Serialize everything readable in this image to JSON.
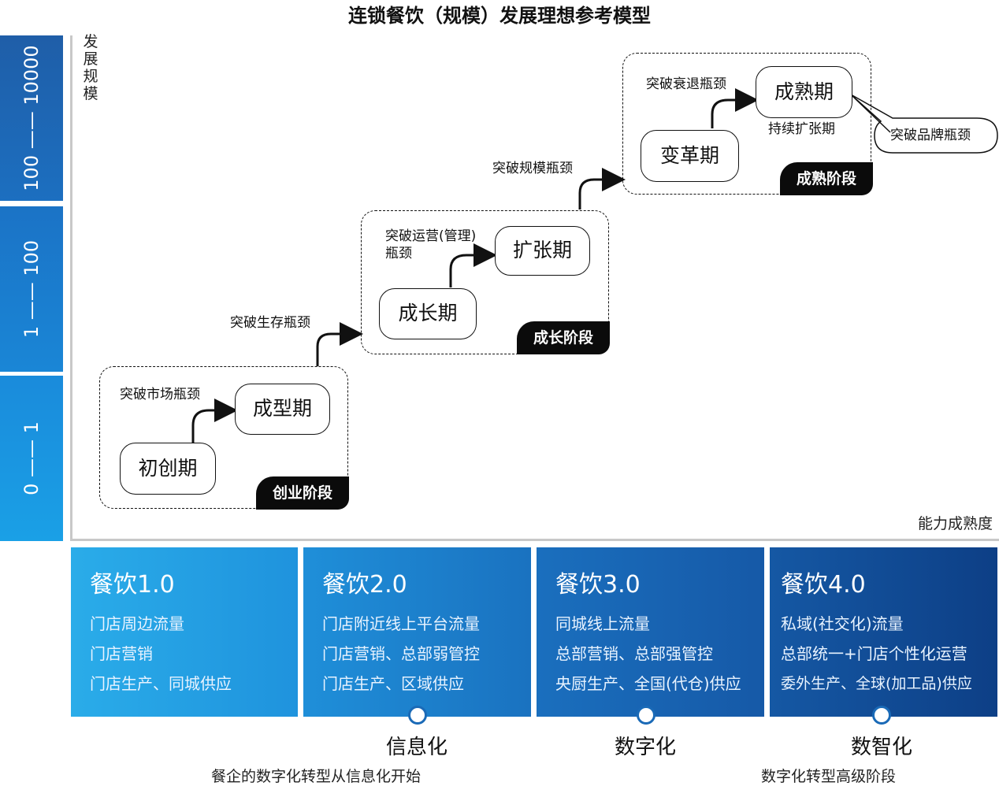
{
  "title": "连锁餐饮（规模）发展理想参考模型",
  "scale_bars": [
    "100 —— 10000",
    "1 —— 100",
    "0 —— 1"
  ],
  "axis": {
    "y_label": "发展规模",
    "x_label": "能力成熟度"
  },
  "stages": {
    "startup": {
      "tag": "创业阶段",
      "phase_a": "初创期",
      "phase_b": "成型期",
      "note": "突破市场瓶颈"
    },
    "growth": {
      "tag": "成长阶段",
      "phase_a": "成长期",
      "phase_b": "扩张期",
      "note": "突破运营(管理)\n瓶颈"
    },
    "mature": {
      "tag": "成熟阶段",
      "phase_a": "变革期",
      "phase_b": "成熟期",
      "note": "突破衰退瓶颈",
      "note_below": "持续扩张期",
      "callout": "突破品牌瓶颈"
    }
  },
  "transitions": {
    "survival": "突破生存瓶颈",
    "scale": "突破规模瓶颈"
  },
  "cards": [
    {
      "title": "餐饮1.0",
      "lines": [
        "门店周边流量",
        "门店营销",
        "门店生产、同城供应"
      ]
    },
    {
      "title": "餐饮2.0",
      "lines": [
        "门店附近线上平台流量",
        "门店营销、总部弱管控",
        "门店生产、区域供应"
      ]
    },
    {
      "title": "餐饮3.0",
      "lines": [
        "同城线上流量",
        "总部营销、总部强管控",
        "央厨生产、全国(代仓)供应"
      ]
    },
    {
      "title": "餐饮4.0",
      "lines": [
        "私域(社交化)流量",
        "总部统一+门店个性化运营",
        "委外生产、全球(加工品)供应"
      ]
    }
  ],
  "milestones": [
    {
      "label": "信息化",
      "sub": "餐企的数字化转型从信息化开始"
    },
    {
      "label": "数字化",
      "sub": ""
    },
    {
      "label": "数智化",
      "sub": "数字化转型高级阶段"
    }
  ],
  "colors": {
    "bar_top": "#1f66b0",
    "bar_mid": "#1a7fd1",
    "bar_low": "#1996e0",
    "card1": "#27a6e8",
    "card4": "#0d3f86"
  }
}
